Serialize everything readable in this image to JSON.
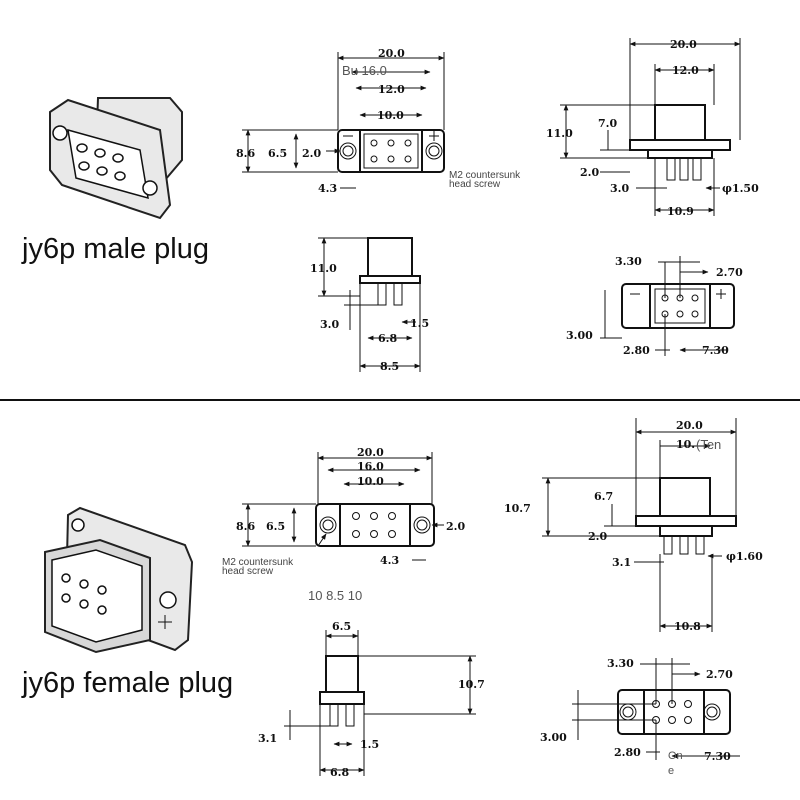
{
  "male": {
    "title": "jy6p male plug",
    "front": {
      "w20": "20.0",
      "w16": "Bu 16.0",
      "w12": "12.0",
      "w10": "10.0",
      "h86": "8.6",
      "h65": "6.5",
      "d20": "2.0",
      "d43": "4.3",
      "screw_note_1": "M2 countersunk",
      "screw_note_2": "head screw"
    },
    "side_right": {
      "w20": "20.0",
      "w12": "12.0",
      "h110": "11.0",
      "h70": "7.0",
      "h20": "2.0",
      "w30": "3.0",
      "pin": "φ1.50",
      "w109": "10.9"
    },
    "side_left": {
      "h110": "11.0",
      "h30": "3.0",
      "h15": "1.5",
      "w68": "6.8",
      "w85": "8.5"
    },
    "bottom": {
      "w330": "3.30",
      "w270": "2.70",
      "h300": "3.00",
      "w280": "2.80",
      "w730": "7.30"
    }
  },
  "female": {
    "title": "jy6p female plug",
    "front": {
      "w20": "20.0",
      "w16": "16.0",
      "w10": "10.0",
      "h86": "8.6",
      "h65": "6.5",
      "d20": "2.0",
      "d43": "4.3",
      "screw_note_1": "M2 countersunk",
      "screw_note_2": "head screw"
    },
    "side_right": {
      "w20": "20.0",
      "w10": "10.",
      "w10b": "(Ten",
      "h107": "10.7",
      "h67": "6.7",
      "h20": "2.0",
      "h31": "3.1",
      "pin": "φ1.60",
      "w108": "10.8"
    },
    "side_left": {
      "top_note": "10 8.5 10",
      "w65": "6.5",
      "h107": "10.7",
      "h31": "3.1",
      "h15": "1.5",
      "w68": "6.8"
    },
    "bottom": {
      "w330": "3.30",
      "w270": "2.70",
      "h300": "3.00",
      "w280": "2.80",
      "w730": "7.30",
      "one_1": "On",
      "one_2": "e"
    }
  }
}
